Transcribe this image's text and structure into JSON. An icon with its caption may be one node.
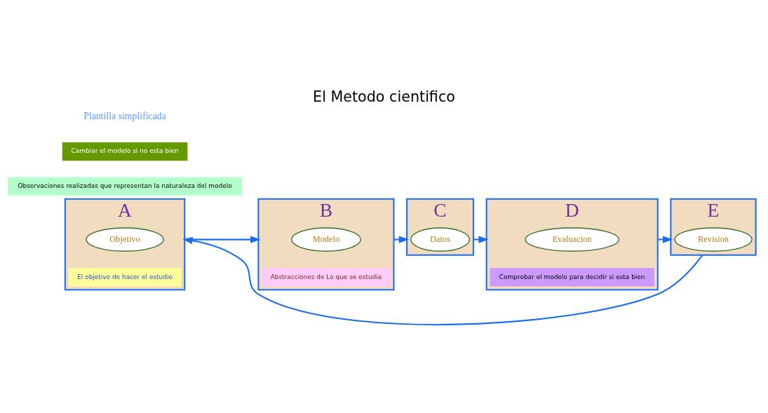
{
  "diagram": {
    "title": "El Metodo cientifico",
    "nodes": [
      {
        "text": [
          "A"
        ]
      },
      {
        "text": [
          "Objetivo"
        ],
        "in": 0
      },
      {
        "text": [
          "El objetivo de hacer el estudio"
        ],
        "in": 0
      },
      {
        "text": [
          "B"
        ]
      },
      {
        "text": [
          "Modelo"
        ],
        "in": 3
      },
      {
        "text": [
          "Abstracciones de Lo que se estudia"
        ],
        "in": 3
      },
      {
        "text": [
          "Observaciones realizadas que representan la naturaleza del modelo"
        ]
      },
      {
        "text": [
          "C"
        ]
      },
      {
        "text": [
          "Datos"
        ],
        "in": 7
      },
      {
        "text": [
          "D"
        ]
      },
      {
        "text": [
          "Evaluacion"
        ],
        "in": 9
      },
      {
        "text": [
          "Comprobar el modelo para decidir si esta bien"
        ],
        "in": 9
      },
      {
        "text": [
          "E"
        ]
      },
      {
        "text": [
          "Revision"
        ],
        "in": 12
      },
      {
        "text": [
          "Cambiar el modelo si no esta bien"
        ]
      }
    ],
    "edges": [
      {
        "from": 0,
        "to": 3,
        "arrow": "to"
      },
      {
        "from": 3,
        "to": 7,
        "arrow": "to"
      },
      {
        "from": 7,
        "to": 9,
        "arrow": "to"
      },
      {
        "from": 9,
        "to": 12,
        "arrow": "to"
      },
      {
        "from": 12,
        "to": 0,
        "arrow": "to"
      }
    ],
    "labels": [
      "Plantilla simplificada"
    ]
  }
}
